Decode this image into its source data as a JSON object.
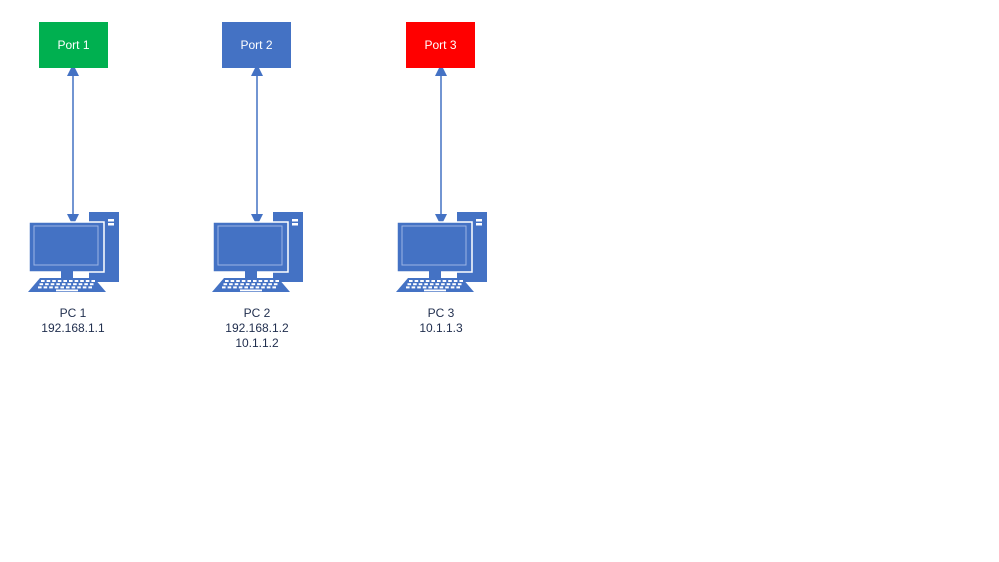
{
  "ports": [
    {
      "label": "Port 1",
      "color": "#00b050"
    },
    {
      "label": "Port 2",
      "color": "#4472c4"
    },
    {
      "label": "Port 3",
      "color": "#ff0000"
    }
  ],
  "pcs": [
    {
      "name": "PC 1",
      "ips": [
        "192.168.1.1"
      ]
    },
    {
      "name": "PC 2",
      "ips": [
        "192.168.1.2",
        "10.1.1.2"
      ]
    },
    {
      "name": "PC 3",
      "ips": [
        "10.1.1.3"
      ]
    }
  ],
  "line_color": "#4472c4"
}
